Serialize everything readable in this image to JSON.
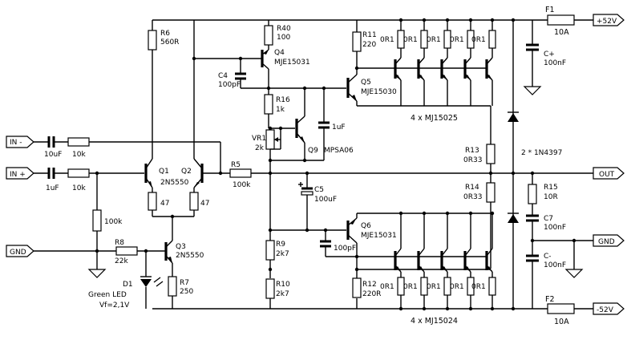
{
  "ports": {
    "in_minus": "IN -",
    "in_plus": "IN +",
    "gnd_left": "GND",
    "gnd_right": "GND",
    "out": "OUT",
    "vpos": "+52V",
    "vneg": "-52V"
  },
  "components": {
    "r6_name": "R6",
    "r6_val": "560R",
    "r40_name": "R40",
    "r40_val": "100",
    "q4_name": "Q4",
    "q4_val": "MJE15031",
    "c4_name": "C4",
    "c4_val": "100pF",
    "r11_name": "R11",
    "r11_val": "220",
    "q5_name": "Q5",
    "q5_val": "MJE15030",
    "r16_name": "R16",
    "r16_val": "1k",
    "vr1_name": "VR1",
    "vr1_val": "2k",
    "c_1uf_val": "1uF",
    "q9_name": "Q9",
    "q9_val": "MPSA06",
    "c_in1_val": "10uF",
    "r_in1_val": "10k",
    "c_in2_val": "1uF",
    "r_in2_val": "10k",
    "q1_name": "Q1",
    "q1_val": "2N5550",
    "q2_name": "Q2",
    "r5_name": "R5",
    "r5_val": "100k",
    "r_e1_val": "47",
    "r_e2_val": "47",
    "r_bias_val": "100k",
    "r8_name": "R8",
    "r8_val": "22k",
    "q3_name": "Q3",
    "q3_val": "2N5550",
    "d1_name": "D1",
    "d1_val1": "Green LED",
    "d1_val2": "Vf=2,1V",
    "r7_name": "R7",
    "r7_val": "250",
    "c5_name": "C5",
    "c5_val": "100uF",
    "q6_name": "Q6",
    "q6_val": "MJE15031",
    "c_q6_val": "100pF",
    "r9_name": "R9",
    "r9_val": "2k7",
    "r10_name": "R10",
    "r10_val": "2k7",
    "r12_name": "R12",
    "r12_val": "220R",
    "r13_name": "R13",
    "r13_val": "0R33",
    "r14_name": "R14",
    "r14_val": "0R33",
    "diodes_label": "2 * 1N4397",
    "top_outputs": "4 x MJ15025",
    "bottom_outputs": "4 x MJ15024",
    "emitter_res": "0R1",
    "f1_name": "F1",
    "f1_val": "10A",
    "f2_name": "F2",
    "f2_val": "10A",
    "cplus_name": "C+",
    "cplus_val": "100nF",
    "cminus_name": "C-",
    "cminus_val": "100nF",
    "r15_name": "R15",
    "r15_val": "10R",
    "c7_name": "C7",
    "c7_val": "100nF"
  }
}
